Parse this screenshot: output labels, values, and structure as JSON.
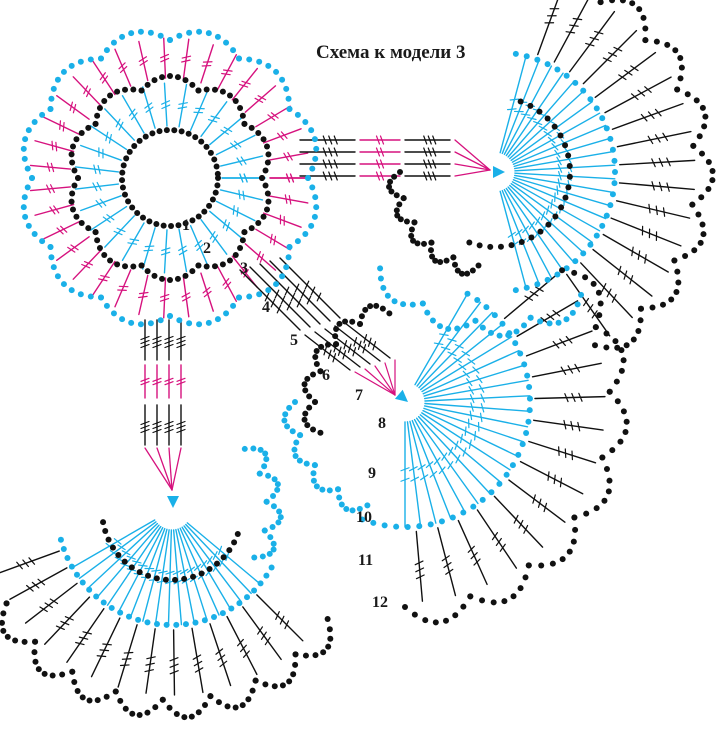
{
  "title": "Схема к модели 3",
  "colors": {
    "chain_black": "#111111",
    "chain_blue": "#1ab0e8",
    "stitch_magenta": "#d6127e",
    "stitch_black": "#111111"
  },
  "symbols": [
    "chain-stitch-dot",
    "double-crochet",
    "treble-crochet",
    "arrow-join"
  ],
  "row_numbers": [
    "1",
    "2",
    "3",
    "4",
    "5",
    "6",
    "7",
    "8",
    "9",
    "10",
    "11",
    "12"
  ]
}
